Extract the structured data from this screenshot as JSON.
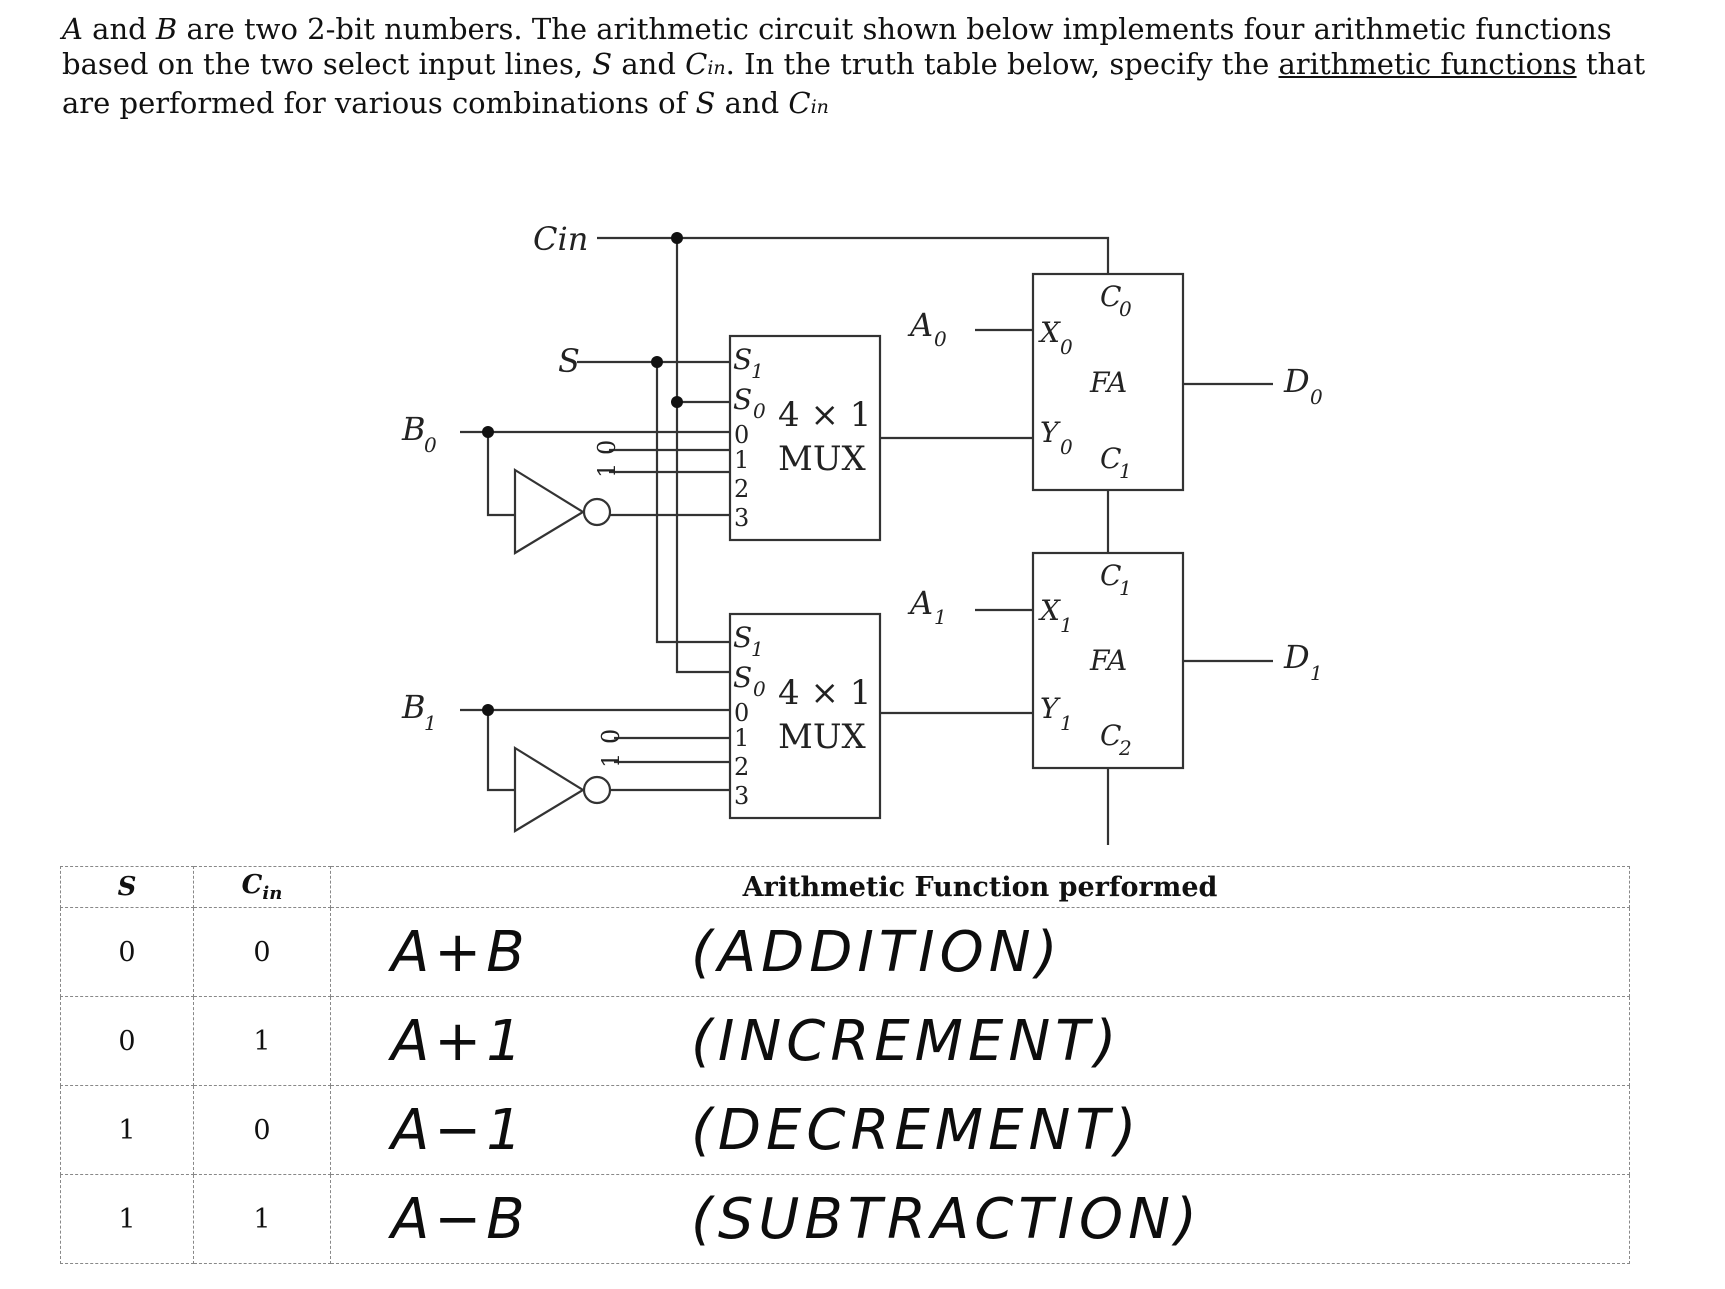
{
  "question": {
    "A": "A",
    "t1": " and ",
    "B": "B",
    "t2": " are two 2-bit numbers. The arithmetic circuit shown below implements four arithmetic functions based on the two select input lines, ",
    "S": "S",
    "t3": " and ",
    "C": "C",
    "in": "in",
    "t4": ". In the truth table below, specify the ",
    "underlined": "arithmetic functions",
    "t5": " that are performed for various combinations of ",
    "S2": "S",
    "t6": " and ",
    "C2": "C",
    "in2": "in"
  },
  "circuit": {
    "labels": {
      "cin": "Cin",
      "s": "S",
      "b0": "B",
      "b0_sub": "0",
      "b1": "B",
      "b1_sub": "1",
      "a0": "A",
      "a0_sub": "0",
      "a1": "A",
      "a1_sub": "1",
      "d0": "D",
      "d0_sub": "0",
      "d1": "D",
      "d1_sub": "1",
      "const0": "0",
      "const1": "1"
    },
    "mux": {
      "title": "4 × 1",
      "name": "MUX",
      "s1": "S",
      "s1_sub": "1",
      "s0": "S",
      "s0_sub": "0",
      "in0": "0",
      "in1": "1",
      "in2": "2",
      "in3": "3"
    },
    "fa0": {
      "name": "FA",
      "x": "X",
      "x_sub": "0",
      "y": "Y",
      "y_sub": "0",
      "cin": "C",
      "cin_sub": "0",
      "cout": "C",
      "cout_sub": "1"
    },
    "fa1": {
      "name": "FA",
      "x": "X",
      "x_sub": "1",
      "y": "Y",
      "y_sub": "1",
      "cin": "C",
      "cin_sub": "1",
      "cout": "C",
      "cout_sub": "2"
    }
  },
  "table": {
    "headers": {
      "s": "S",
      "cin": "C",
      "cin_sub": "in",
      "function": "Arithmetic Function performed"
    },
    "rows": [
      {
        "s": "0",
        "cin": "0",
        "expr": "A+B",
        "name": "(ADDITION)"
      },
      {
        "s": "0",
        "cin": "1",
        "expr": "A+1",
        "name": "(INCREMENT)"
      },
      {
        "s": "1",
        "cin": "0",
        "expr": "A−1",
        "name": "(DECREMENT)"
      },
      {
        "s": "1",
        "cin": "1",
        "expr": "A−B",
        "name": "(SUBTRACTION)"
      }
    ]
  }
}
